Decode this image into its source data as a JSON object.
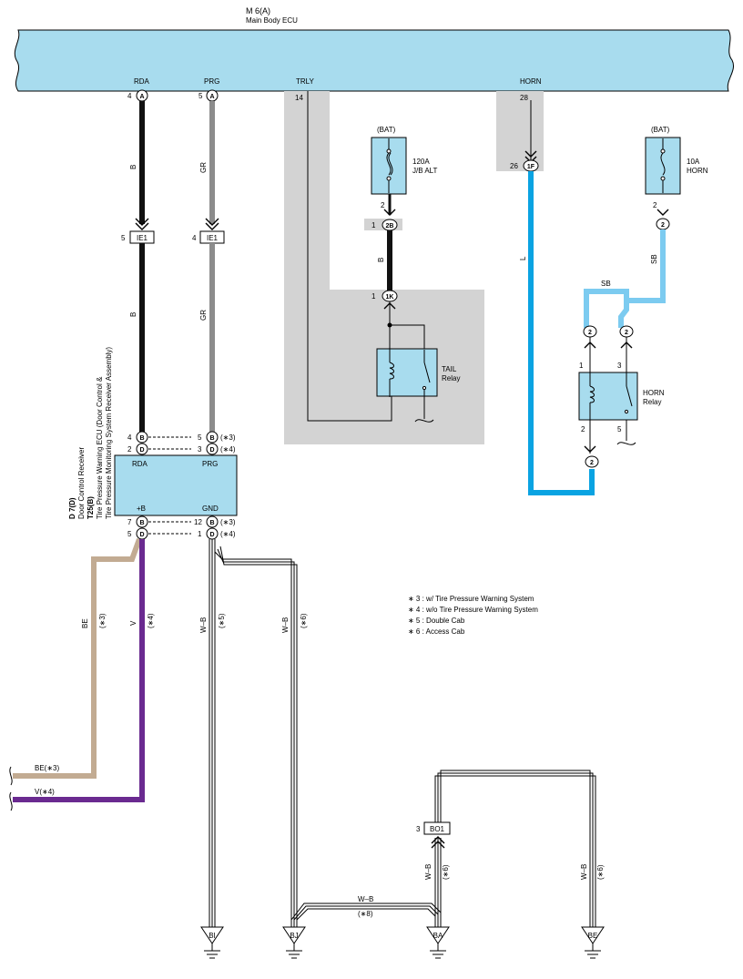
{
  "header": {
    "connector_id": "M 6(A)",
    "ecu_name": "Main Body ECU"
  },
  "ecu_terminals": {
    "rda": {
      "name": "RDA",
      "pin": "4",
      "letter": "A"
    },
    "prg": {
      "name": "PRG",
      "pin": "5",
      "letter": "A"
    },
    "trly": {
      "name": "TRLY",
      "pin": "14"
    },
    "horn": {
      "name": "HORN",
      "pin": "28"
    }
  },
  "wires": {
    "rda_color_top": "B",
    "prg_color_top": "GR",
    "rda_color_mid": "B",
    "prg_color_mid": "GR",
    "alt_wire": "B",
    "horn_wire": "L",
    "horn_fuse_wire": "SB",
    "horn_relay_wire": "SB",
    "be_wire": "BE",
    "be_note": "(∗3)",
    "v_wire": "V",
    "v_note": "(∗4)",
    "gnd_wb_left": "W–B",
    "gnd_wb_left_note": "(∗5)",
    "gnd_wb_right": "W–B",
    "gnd_wb_right_note": "(∗6)",
    "bottom_wb": "W–B",
    "bottom_wb_note": "(∗8)",
    "bo1_wb": "W–B",
    "bo1_wb_note": "(∗6)",
    "be_ground_wb": "W–B",
    "be_ground_wb_note": "(∗6)",
    "left_be": "BE(∗3)",
    "left_v": "V(∗4)"
  },
  "connectors": {
    "ie1_left": {
      "label": "IE1",
      "pin": "5"
    },
    "ie1_right": {
      "label": "IE1",
      "pin": "4"
    },
    "alt_2b": {
      "label": "2B",
      "pin": "1"
    },
    "alt_1k": {
      "label": "1K",
      "pin": "1"
    },
    "horn_1f": {
      "label": "1F",
      "pin": "26"
    },
    "bo1": {
      "label": "BO1",
      "pin": "3"
    },
    "fuse_alt_out_pin": "2",
    "fuse_horn_out_pin": "2",
    "fuse_horn_out_letter": "2"
  },
  "fuses": {
    "alt": {
      "source": "(BAT)",
      "rating": "120A",
      "name": "J/B ALT"
    },
    "horn": {
      "source": "(BAT)",
      "rating": "10A",
      "name": "HORN"
    }
  },
  "relays": {
    "tail": {
      "name": "TAIL",
      "word": "Relay"
    },
    "horn": {
      "name": "HORN",
      "word": "Relay",
      "pin1": "1",
      "pin2": "2",
      "pin3": "3",
      "pin5": "5",
      "conn_in1": "2",
      "conn_in3": "2",
      "conn_out": "2"
    }
  },
  "receiver": {
    "title1": "D 7(D)",
    "title2": "Door Control Receiver",
    "title3": "T25(B)",
    "title4": "Tire Pressure Warning ECU (Door Control &",
    "title5": "Tire Pressure Monitoring System Receiver Assembly)",
    "rda": "RDA",
    "prg": "PRG",
    "b_plus": "+B",
    "gnd": "GND",
    "pins": {
      "rda_b": {
        "pin": "4",
        "letter": "B"
      },
      "rda_d": {
        "pin": "2",
        "letter": "D"
      },
      "prg_b": {
        "pin": "5",
        "letter": "B",
        "note": "(∗3)"
      },
      "prg_d": {
        "pin": "3",
        "letter": "D",
        "note": "(∗4)"
      },
      "bplus_b": {
        "pin": "7",
        "letter": "B"
      },
      "bplus_d": {
        "pin": "5",
        "letter": "D"
      },
      "gnd_b": {
        "pin": "12",
        "letter": "B",
        "note": "(∗3)"
      },
      "gnd_d": {
        "pin": "1",
        "letter": "D",
        "note": "(∗4)"
      }
    }
  },
  "legend": [
    "∗ 3 : w/ Tire Pressure Warning System",
    "∗ 4 : w/o Tire Pressure Warning System",
    "∗ 5 : Double Cab",
    "∗ 6 : Access Cab"
  ],
  "grounds": [
    "BI",
    "BJ",
    "BA",
    "BE"
  ],
  "colors": {
    "ecu_fill": "#a8dcee",
    "shade": "#d3d3d3",
    "black_wire": "#111111",
    "gray_wire": "#8c8c8c",
    "blue_wire": "#0aa3e2",
    "sky_wire": "#7ccbf0",
    "beige_wire": "#c2ab92",
    "violet_wire": "#6a2a90"
  }
}
